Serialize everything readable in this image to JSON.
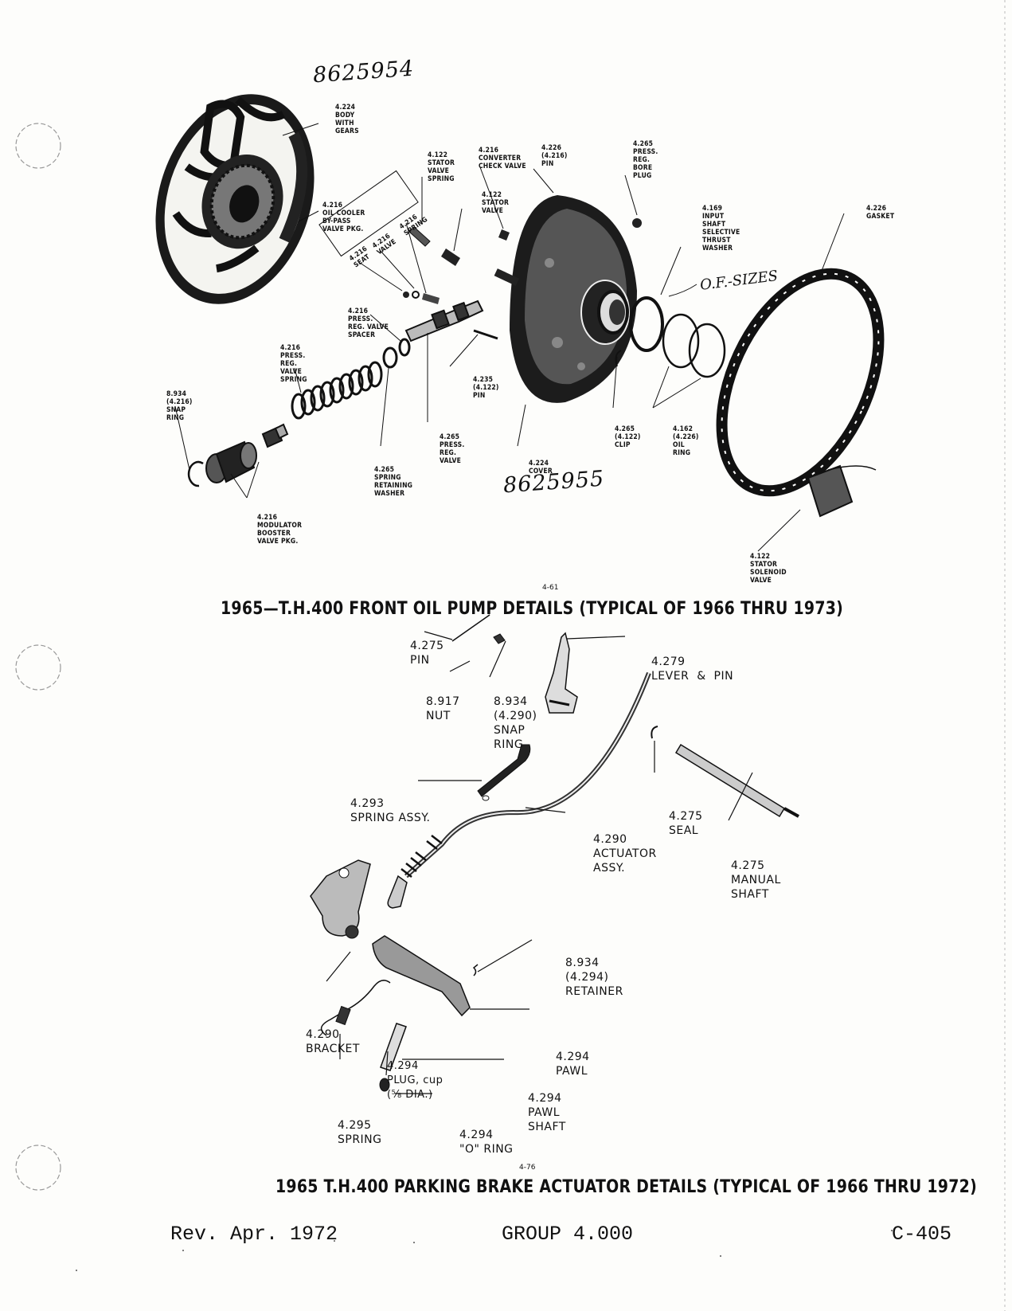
{
  "handwritten": {
    "top_part_number": "8625954",
    "cover_part_number": "8625955",
    "washer_note": "O.F.-SIZES"
  },
  "figure_top": {
    "number": "4-61",
    "title": "1965—T.H.400 FRONT OIL PUMP DETAILS (TYPICAL OF 1966 THRU 1973)",
    "labels": {
      "body_with_gears": "4.224\nBODY\nWITH\nGEARS",
      "oil_cooler_bypass": "4.216\nOIL COOLER\nBY-PASS\nVALVE PKG.",
      "stator_valve_spring": "4.122\nSTATOR\nVALVE\nSPRING",
      "converter_check_valve": "4.216\nCONVERTER\nCHECK VALVE",
      "pin_top": "4.226\n(4.216)\nPIN",
      "bore_plug": "4.265\nPRESS.\nREG.\nBORE\nPLUG",
      "stator_valve": "4.122\nSTATOR\nVALVE",
      "thrust_washer": "4.169\nINPUT\nSHAFT\nSELECTIVE\nTHRUST\nWASHER",
      "gasket": "4.226\nGASKET",
      "seat": "4.216\nSEAT",
      "valve": "4.216\nVALVE",
      "spring_diag": "4.216\nSPRING",
      "reg_valve_spacer": "4.216\nPRESS.\nREG. VALVE\nSPACER",
      "reg_valve_spring": "4.216\nPRESS.\nREG.\nVALVE\nSPRING",
      "pin_mid": "4.235\n(4.122)\nPIN",
      "snap_ring_top": "8.934\n(4.216)\nSNAP\nRING",
      "reg_valve": "4.265\nPRESS.\nREG.\nVALVE",
      "clip": "4.265\n(4.122)\nCLIP",
      "oil_ring": "4.162\n(4.226)\nOIL\nRING",
      "spring_retaining_washer": "4.265\nSPRING\nRETAINING\nWASHER",
      "cover": "4.224\nCOVER",
      "modulator_booster": "4.216\nMODULATOR\nBOOSTER\nVALVE PKG.",
      "stator_solenoid": "4.122\nSTATOR\nSOLENOID\nVALVE"
    }
  },
  "figure_bottom": {
    "number": "4-76",
    "title": "1965 T.H.400  PARKING BRAKE ACTUATOR DETAILS (TYPICAL OF 1966 THRU 1972)",
    "labels": {
      "pin": "4.275\nPIN",
      "nut": "8.917\nNUT",
      "snap_ring": "8.934\n(4.290)\nSNAP\nRING",
      "lever_pin": "4.279\nLEVER  &  PIN",
      "spring_assy": "4.293\nSPRING ASSY.",
      "seal": "4.275\nSEAL",
      "actuator_assy": "4.290\nACTUATOR\nASSY.",
      "manual_shaft": "4.275\nMANUAL\nSHAFT",
      "retainer": "8.934\n(4.294)\nRETAINER",
      "bracket": "4.290\nBRACKET",
      "pawl": "4.294\nPAWL",
      "plug_cup": "4.294\nPLUG, cup\n(⅝ DIA.)",
      "pawl_shaft": "4.294\nPAWL\nSHAFT",
      "spring": "4.295\nSPRING",
      "o_ring": "4.294\n\"O\" RING"
    }
  },
  "footer": {
    "revision": "Rev. Apr. 1972",
    "group": "GROUP 4.000",
    "page": "C-405"
  }
}
